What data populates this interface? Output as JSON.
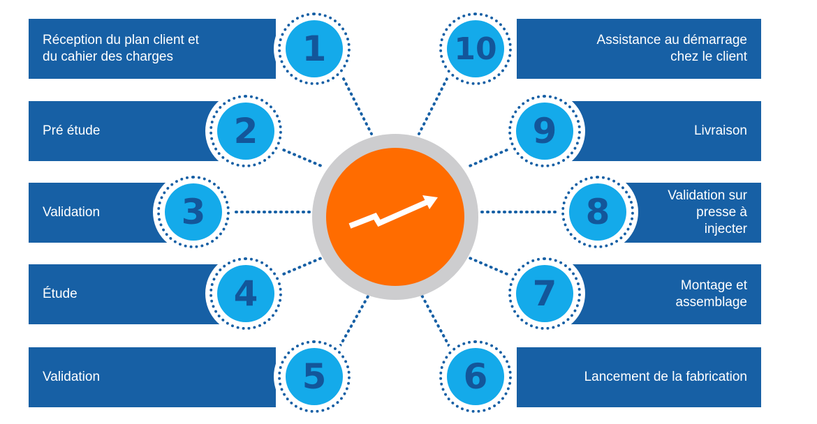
{
  "colors": {
    "bar": "#1760a5",
    "disc": "#14aaea",
    "number": "#13569a",
    "dots": "#1760a5",
    "hub_ring": "#cdcdcf",
    "hub_center": "#ff6c00"
  },
  "center_icon": "trending-up-arrow-icon",
  "steps": [
    {
      "number": "1",
      "label": "Réception du plan client et du cahier des charges"
    },
    {
      "number": "2",
      "label": "Pré étude"
    },
    {
      "number": "3",
      "label": "Validation"
    },
    {
      "number": "4",
      "label": "Étude"
    },
    {
      "number": "5",
      "label": "Validation"
    },
    {
      "number": "6",
      "label": "Lancement de la fabrication"
    },
    {
      "number": "7",
      "label": "Montage et assemblage"
    },
    {
      "number": "8",
      "label": "Validation sur presse à injecter"
    },
    {
      "number": "9",
      "label": "Livraison"
    },
    {
      "number": "10",
      "label": "Assistance au démarrage chez le client"
    }
  ]
}
